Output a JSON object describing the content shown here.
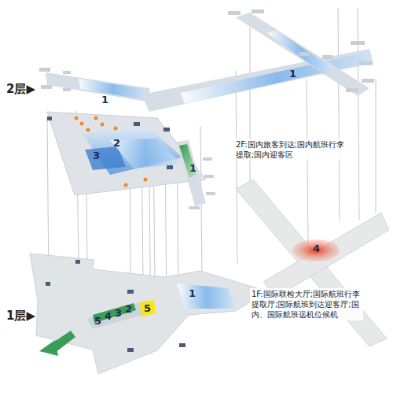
{
  "diagram": {
    "labels": [
      "2层▶",
      "1",
      "1",
      "2",
      "3",
      "1",
      "2F:国内旅客到达;国内航班行李提取;国内迎客区",
      "1层▶",
      "4",
      "1",
      "1F:国际联检大厅;国际航班行李提取厅;国际航班到达迎客厅;国内、国际航班远机位候机",
      "5",
      "4",
      "3",
      "2",
      "5"
    ]
  }
}
